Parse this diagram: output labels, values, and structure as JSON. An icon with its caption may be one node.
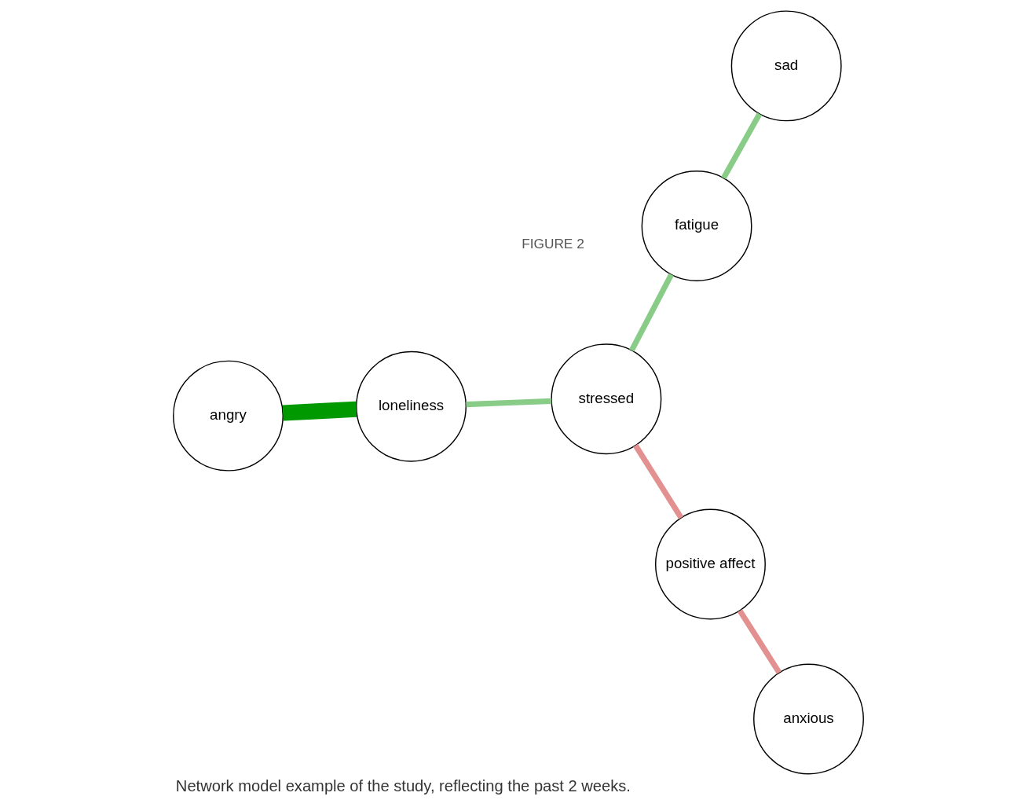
{
  "diagram": {
    "caption": "Network model example of the study, reflecting the past 2 weeks.",
    "nodes": [
      {
        "text": [
          "fatigue"
        ]
      },
      {
        "text": [
          "loneliness"
        ]
      },
      {
        "text": [
          "anxious"
        ]
      },
      {
        "text": [
          "angry"
        ]
      },
      {
        "text": [
          "positive affect"
        ]
      },
      {
        "text": [
          "stressed"
        ]
      },
      {
        "text": [
          "sad"
        ]
      }
    ],
    "edges": [
      {
        "from": 1,
        "to": 3,
        "arrow": "none",
        "style": "thick",
        "color": "#009900"
      },
      {
        "from": 1,
        "to": 5,
        "arrow": "none"
      },
      {
        "from": 0,
        "to": 5,
        "arrow": "none"
      },
      {
        "from": 0,
        "to": 6,
        "arrow": "none"
      },
      {
        "from": 2,
        "to": 4,
        "arrow": "none",
        "color": "#e39090"
      },
      {
        "from": 4,
        "to": 5,
        "arrow": "none",
        "color": "#e39090"
      }
    ],
    "labels": [
      "FIGURE 2"
    ]
  }
}
